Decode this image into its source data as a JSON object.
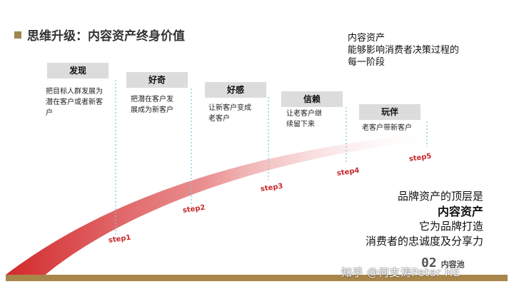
{
  "title": "思维升级：内容资产终身价值",
  "description": [
    "内容资产",
    "能够影响消费者决策过程的",
    "每一阶段"
  ],
  "stages": [
    {
      "label": "发现",
      "text": [
        "把目标人群发展为",
        "潜在客户或者新客",
        "户"
      ]
    },
    {
      "label": "好奇",
      "text": [
        "把潜在客户发",
        "展成为新客户"
      ]
    },
    {
      "label": "好感",
      "text": [
        "让新客户变成",
        "老客户"
      ]
    },
    {
      "label": "信赖",
      "text": [
        "让老客户继",
        "续留下来"
      ]
    },
    {
      "label": "玩伴",
      "text": [
        "老客户带新客户"
      ]
    }
  ],
  "steps": [
    "step1",
    "step2",
    "step3",
    "step4",
    "step5"
  ],
  "summary": [
    "品牌资产的顶层是",
    "内容资产",
    "它为品牌打造",
    "消费者的忠诚度及分享力"
  ],
  "footer": {
    "number": "02",
    "label": "内容池"
  },
  "watermark": "知乎 @何支涛Peter HE",
  "colors": {
    "accent_square": "#a08550",
    "curve_red": "#d2282a",
    "ground": "#a8864a",
    "dotted_line": "#7fc8d6",
    "step_text": "#c8282a",
    "label_bg": "#dcdcdc"
  }
}
